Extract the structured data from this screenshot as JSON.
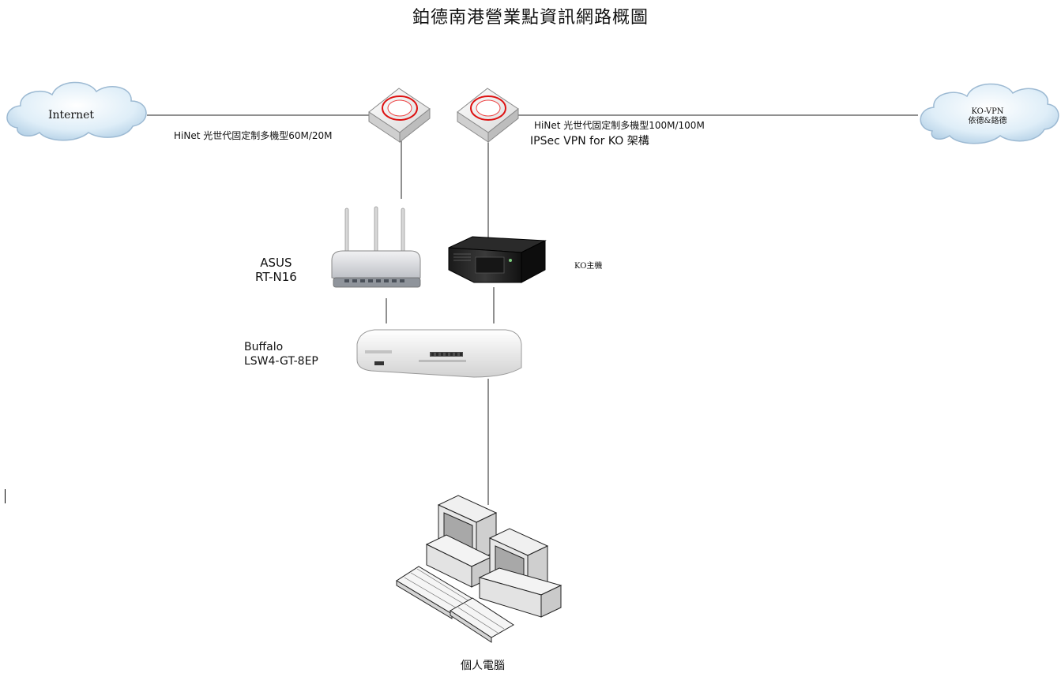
{
  "title": "鉑德南港營業點資訊網路概圖",
  "clouds": {
    "internet": {
      "label": "Internet"
    },
    "kovpn": {
      "line1": "KO-VPN",
      "line2": "依德&鉻德"
    }
  },
  "links": {
    "hinet_left": "HiNet  光世代固定制多機型60M/20M",
    "hinet_right": "HiNet  光世代固定制多機型100M/100M",
    "ipsec": "IPSec VPN for KO 架構"
  },
  "devices": {
    "asus": {
      "line1": "ASUS",
      "line2": "RT-N16"
    },
    "ko_host": "KO主機",
    "buffalo": {
      "line1": "Buffalo",
      "line2": "LSW4-GT-8EP"
    },
    "pcs": "個人電腦"
  }
}
